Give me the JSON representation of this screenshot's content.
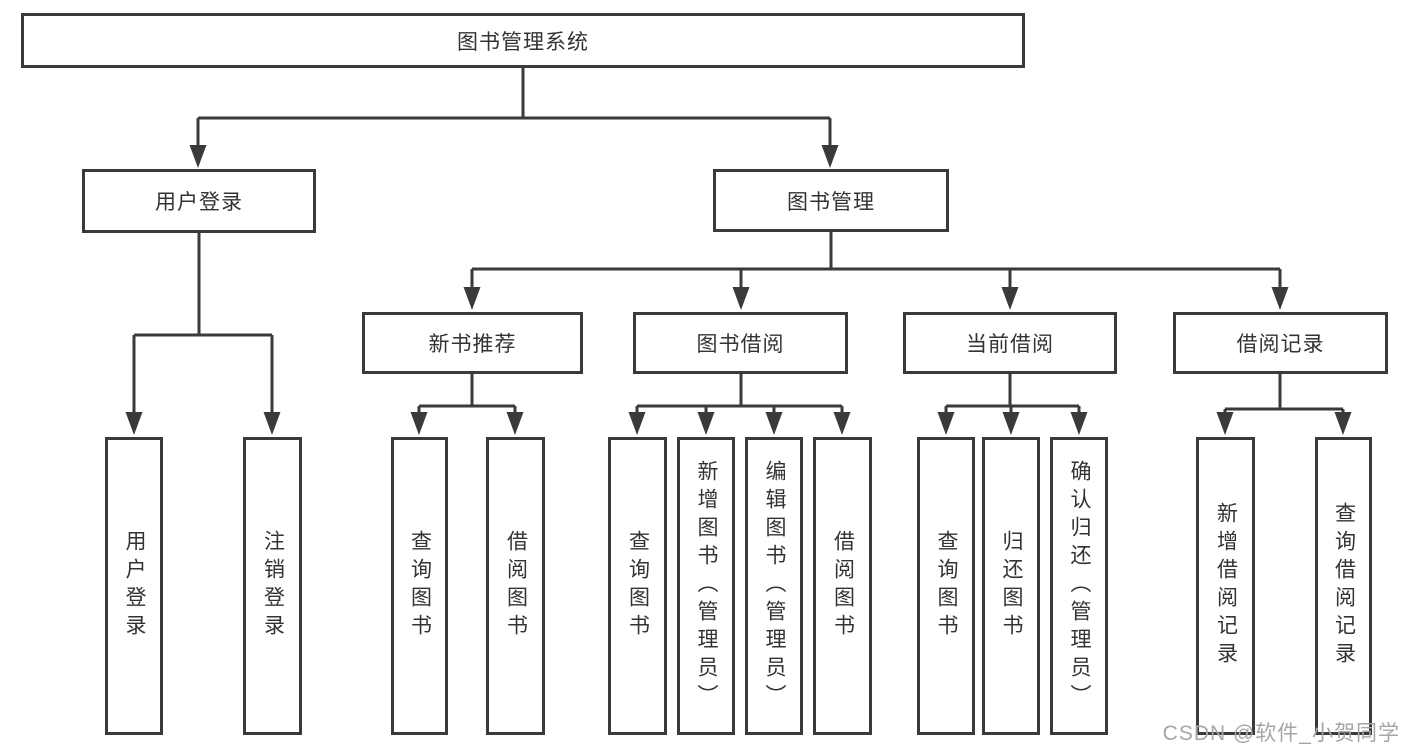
{
  "colors": {
    "line": "#3a3a3a",
    "text": "#333333",
    "watermark": "#a6a6a6",
    "background": "#ffffff"
  },
  "tree": {
    "root": {
      "label": "图书管理系统"
    },
    "children": [
      {
        "label": "用户登录",
        "children": [
          {
            "label": "用户登录"
          },
          {
            "label": "注销登录"
          }
        ]
      },
      {
        "label": "图书管理",
        "children": [
          {
            "label": "新书推荐",
            "children": [
              {
                "label": "查询图书"
              },
              {
                "label": "借阅图书"
              }
            ]
          },
          {
            "label": "图书借阅",
            "children": [
              {
                "label": "查询图书"
              },
              {
                "label": "新增图书（管理员）"
              },
              {
                "label": "编辑图书（管理员）"
              },
              {
                "label": "借阅图书"
              }
            ]
          },
          {
            "label": "当前借阅",
            "children": [
              {
                "label": "查询图书"
              },
              {
                "label": "归还图书"
              },
              {
                "label": "确认归还（管理员）"
              }
            ]
          },
          {
            "label": "借阅记录",
            "children": [
              {
                "label": "新增借阅记录"
              },
              {
                "label": "查询借阅记录"
              }
            ]
          }
        ]
      }
    ]
  },
  "watermark": {
    "text": "CSDN @软件_小贺同学"
  }
}
